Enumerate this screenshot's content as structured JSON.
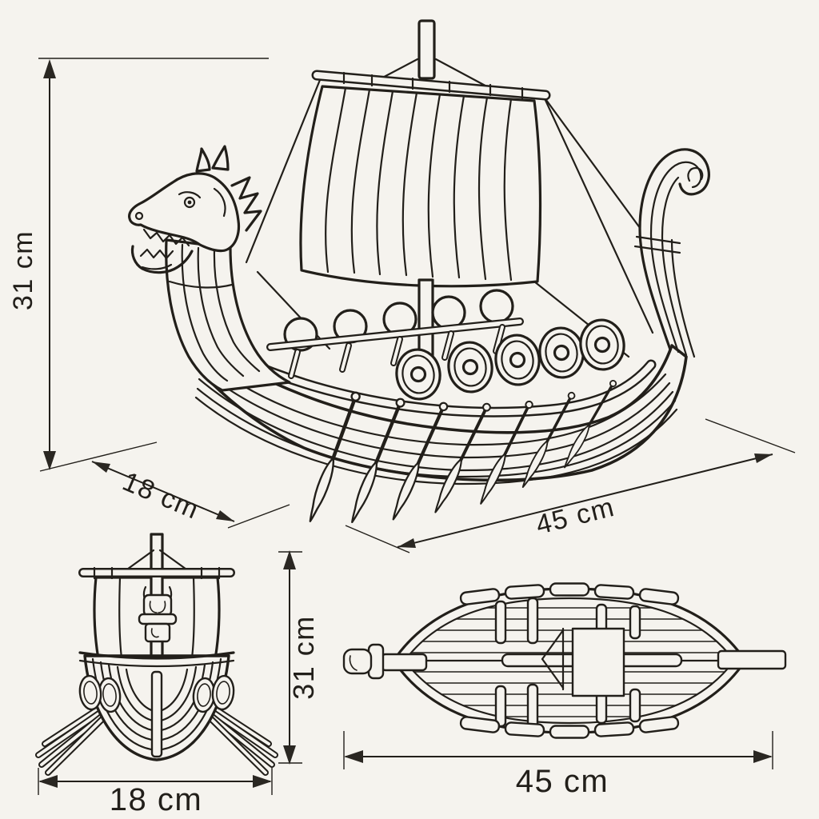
{
  "palette": {
    "background": "#f5f3ee",
    "line": "#221f1a",
    "arrow": "#2a2722"
  },
  "views": {
    "isometric": {
      "height_label": "31 cm",
      "beam_label": "18 cm",
      "length_label": "45 cm"
    },
    "front": {
      "height_label": "31 cm",
      "beam_label": "18 cm"
    },
    "top": {
      "length_label": "45 cm"
    }
  }
}
